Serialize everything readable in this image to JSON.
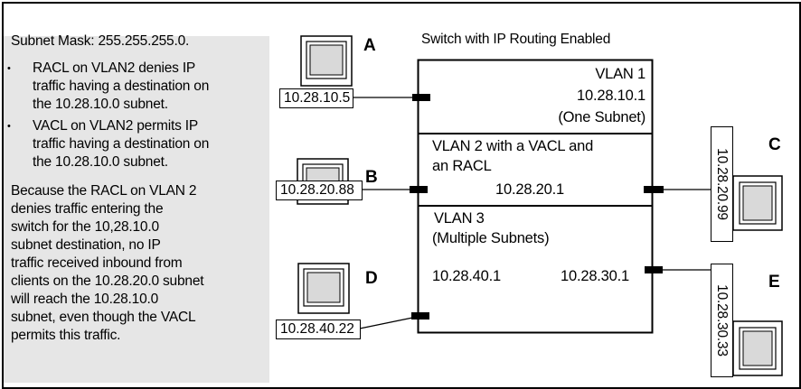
{
  "left_panel": {
    "subnet_mask": "Subnet Mask: 255.255.255.0.",
    "bullets": [
      [
        "RACL on VLAN2 denies IP",
        "traffic having a destination on",
        "the 10.28.10.0 subnet."
      ],
      [
        "VACL on VLAN2 permits IP",
        "traffic having a destination on",
        "the 10.28.10.0 subnet."
      ]
    ],
    "paragraph": [
      "Because  the RACL on VLAN 2",
      "denies traffic entering the",
      "switch for the 10,28.10.0",
      "subnet destination, no IP",
      "traffic received inbound from",
      "clients on the 10.28.20.0 subnet",
      "will reach the 10.28.10.0",
      "subnet, even though the VACL",
      "permits this traffic."
    ]
  },
  "switch": {
    "title": "Switch with IP Routing Enabled",
    "vlan1": {
      "name": "VLAN 1",
      "ip": "10.28.10.1",
      "note": "(One Subnet)"
    },
    "vlan2": {
      "line1": "VLAN 2  with a VACL and",
      "line2": "an RACL",
      "ip": "10.28.20.1"
    },
    "vlan3": {
      "name": "VLAN 3",
      "note": "(Multiple Subnets)",
      "ip_a": "10.28.40.1",
      "ip_b": "10.28.30.1"
    }
  },
  "clients": {
    "A": {
      "letter": "A",
      "ip": "10.28.10.5"
    },
    "B": {
      "letter": "B",
      "ip": "10.28.20.88"
    },
    "C": {
      "letter": "C",
      "ip": "10.28.20.99"
    },
    "D": {
      "letter": "D",
      "ip": "10.28.40.22"
    },
    "E": {
      "letter": "E",
      "ip": "10.28.30.33"
    }
  }
}
